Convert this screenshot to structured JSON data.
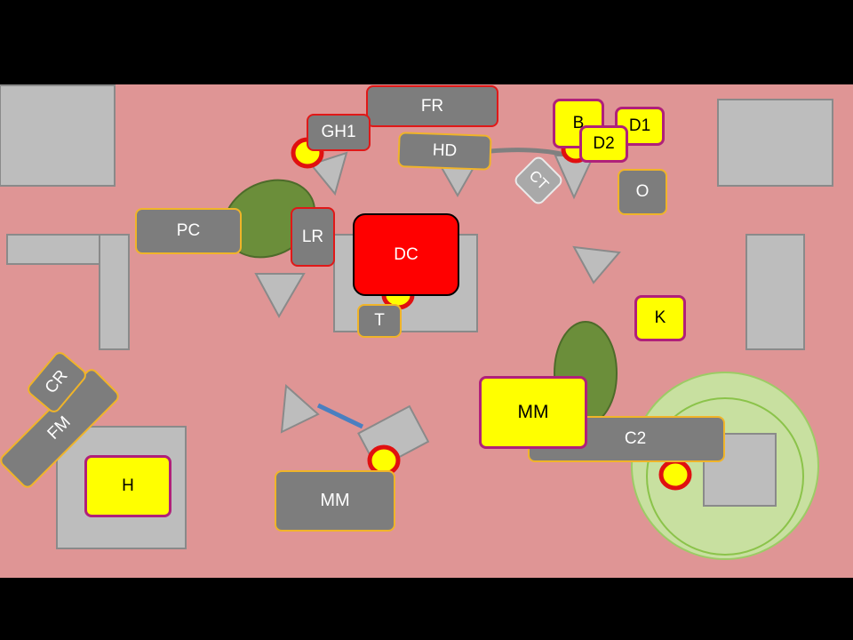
{
  "colors": {
    "background": "#df9595",
    "letterbox": "#000000",
    "structure_gray": "#bdbdbd",
    "label_gray": "#7d7d7d",
    "orange_border": "#f0b429",
    "red_border": "#e01818",
    "highlight_yellow": "#ffff00",
    "magenta_border": "#b0207a",
    "olive": "#6b8e3a",
    "light_green": "#c8e0a0"
  },
  "labels": {
    "fr": "FR",
    "gh1": "GH1",
    "hd": "HD",
    "ct": "CT",
    "b": "B",
    "d1": "D1",
    "d2": "D2",
    "o": "O",
    "pc": "PC",
    "lr": "LR",
    "dc": "DC",
    "t": "T",
    "k": "K",
    "mm_top": "MM",
    "c2": "C2",
    "cr": "CR",
    "fm": "FM",
    "h": "H",
    "mm_bottom": "MM"
  }
}
